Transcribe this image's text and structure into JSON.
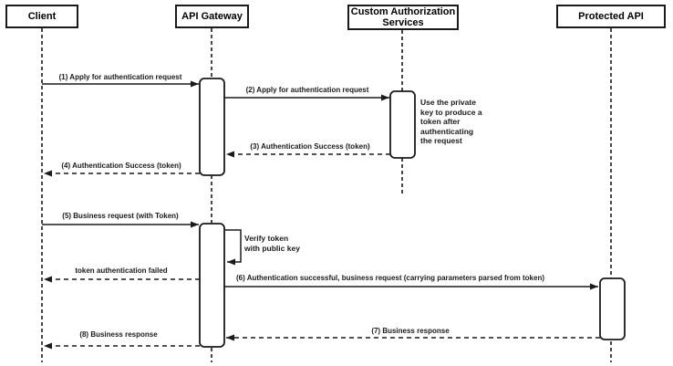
{
  "diagram": {
    "type": "sequence-diagram",
    "colors": {
      "line": "#1a1a1a",
      "fill": "#ffffff",
      "text": "#000000",
      "background": "#ffffff"
    },
    "participants": [
      {
        "id": "client",
        "label": "Client"
      },
      {
        "id": "api-gateway",
        "label": "API Gateway"
      },
      {
        "id": "custom-auth-services",
        "label": "Custom Authorization\nServices"
      },
      {
        "id": "protected-api",
        "label": "Protected API"
      }
    ],
    "messages": [
      {
        "num": "1",
        "label": "(1) Apply for authentication request",
        "from": "Client",
        "to": "API Gateway",
        "style": "solid"
      },
      {
        "num": "2",
        "label": "(2) Apply for authentication request",
        "from": "API Gateway",
        "to": "Custom Authorization Services",
        "style": "solid"
      },
      {
        "num": "3",
        "label": "(3) Authentication Success (token)",
        "from": "Custom Authorization Services",
        "to": "API Gateway",
        "style": "dashed"
      },
      {
        "num": "4",
        "label": "(4) Authentication Success (token)",
        "from": "API Gateway",
        "to": "Client",
        "style": "dashed"
      },
      {
        "num": "5",
        "label": "(5) Business request (with Token)",
        "from": "Client",
        "to": "API Gateway",
        "style": "solid"
      },
      {
        "num": "",
        "label": "token authentication failed",
        "from": "API Gateway",
        "to": "Client",
        "style": "dashed"
      },
      {
        "num": "6",
        "label": "(6) Authentication successful, business request (carrying parameters parsed from token)",
        "from": "API Gateway",
        "to": "Protected API",
        "style": "solid"
      },
      {
        "num": "7",
        "label": "(7) Business response",
        "from": "Protected API",
        "to": "API Gateway",
        "style": "dashed"
      },
      {
        "num": "8",
        "label": "(8) Business response",
        "from": "API Gateway",
        "to": "Client",
        "style": "dashed"
      }
    ],
    "notes": [
      {
        "attached_to": "Custom Authorization Services",
        "text": "Use the private\nkey to produce a\ntoken after\nauthenticating\nthe request"
      },
      {
        "attached_to": "API Gateway",
        "text": "Verify token\nwith public key"
      }
    ]
  }
}
